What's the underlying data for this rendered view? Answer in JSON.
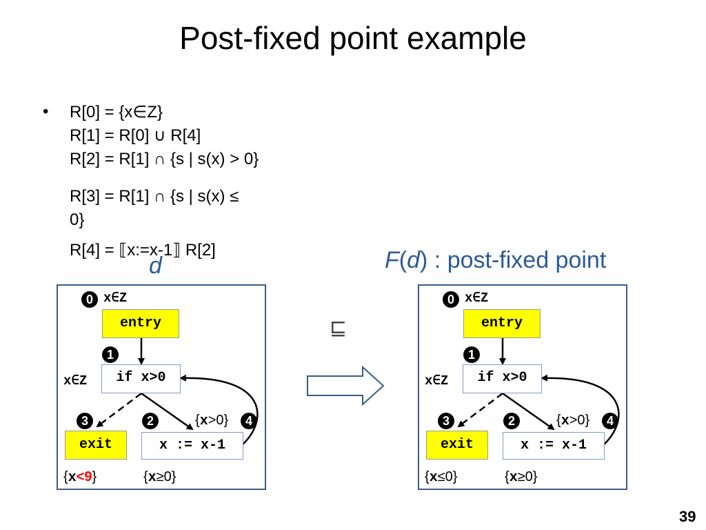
{
  "title": "Post-fixed point example",
  "bullet": "•",
  "equations": [
    "R[0] = {x∈Z}",
    "R[1] = R[0] ∪ R[4]",
    "R[2] = R[1] ∩ {s | s(x) > 0}",
    "R[3] = R[1] ∩ {s | s(x) ≤",
    "0}",
    "R[4] = ⟦x:=x-1⟧ R[2]"
  ],
  "left_label": "d",
  "right_label": {
    "F": "F",
    "open": "(",
    "d": "d",
    "rest": ") : post-fixed point"
  },
  "between_symbol": "⊑",
  "left_graph": {
    "nodes": {
      "entry": "entry",
      "cond": "if x>0",
      "exit": "exit",
      "assign": "x := x-1"
    },
    "numbers": [
      "0",
      "1",
      "2",
      "3",
      "4"
    ],
    "label_0": "x∈Z",
    "label_cond": "x∈Z",
    "label_4": {
      "open": "{",
      "var": "x",
      "rest": ">0}"
    },
    "label_exit": {
      "open": "{",
      "var": "x",
      "op": "<9",
      "close": "}"
    },
    "label_assign": {
      "open": "{",
      "var": "x",
      "rest": "≥0}"
    }
  },
  "right_graph": {
    "nodes": {
      "entry": "entry",
      "cond": "if x>0",
      "exit": "exit",
      "assign": "x := x-1"
    },
    "numbers": [
      "0",
      "1",
      "2",
      "3",
      "4"
    ],
    "label_0": "x∈Z",
    "label_cond": "x∈Z",
    "label_4": {
      "open": "{",
      "var": "x",
      "rest": ">0}"
    },
    "label_exit": {
      "open": "{",
      "var": "x",
      "rest": "≤0}"
    },
    "label_assign": {
      "open": "{",
      "var": "x",
      "rest": "≥0}"
    }
  },
  "slide_number": "39",
  "colors": {
    "frame": "#3B5B86",
    "node_fill": "#FFFF00",
    "accent_text": "#2C5A97",
    "highlight": "#FF0000"
  }
}
